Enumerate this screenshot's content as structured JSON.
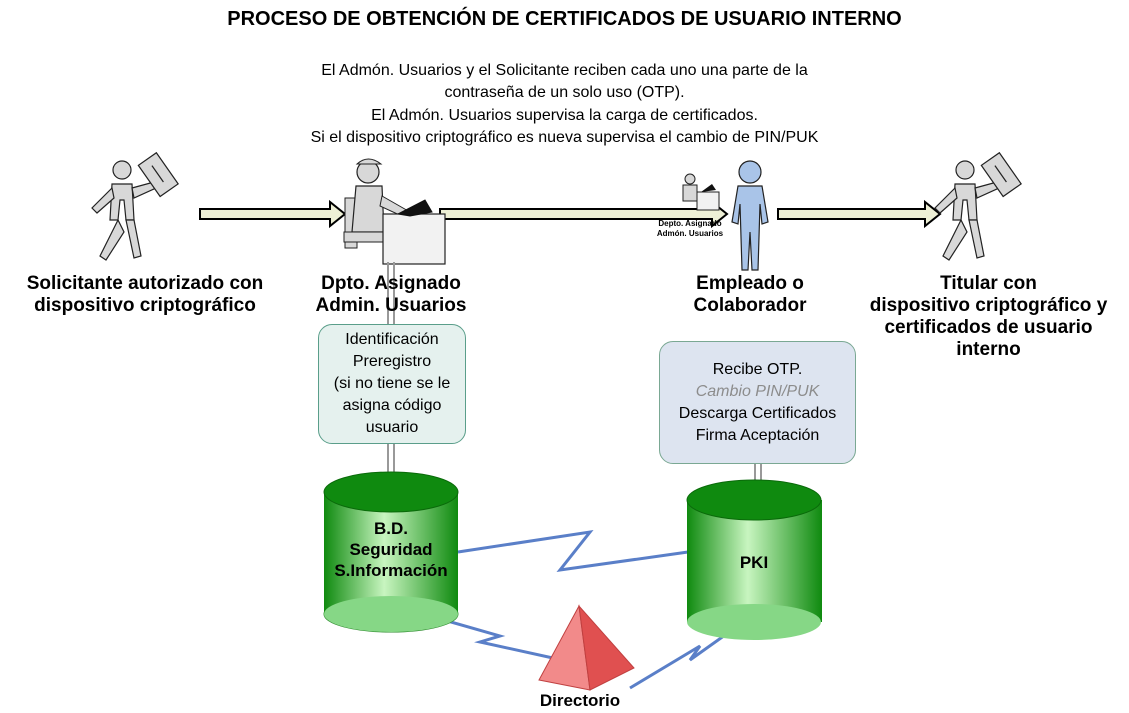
{
  "title": "PROCESO DE OBTENCIÓN DE CERTIFICADOS DE USUARIO INTERNO",
  "note_lines": [
    "El Admón. Usuarios y el Solicitante reciben cada uno una parte de la",
    "contraseña de un solo uso (OTP).",
    "El Admón. Usuarios supervisa la carga de certificados.",
    "Si el dispositivo criptográfico es nueva supervisa el cambio de PIN/PUK"
  ],
  "actors": {
    "solicitante": [
      "Solicitante autorizado con",
      "dispositivo criptográfico"
    ],
    "dpto": [
      "Dpto. Asignado",
      "Admin. Usuarios"
    ],
    "empleado": [
      "Empleado o",
      "Colaborador"
    ],
    "titular": [
      "Titular con",
      "dispositivo criptográfico y",
      "certificados de usuario",
      "interno"
    ],
    "small_dept": [
      "Depto. Asignado",
      "Admón. Usuarios"
    ]
  },
  "box_left": [
    "Identificación",
    "Preregistro",
    "(si no tiene se le",
    "asigna código",
    "usuario"
  ],
  "box_right": {
    "line1": "Recibe OTP.",
    "line2_italic": "Cambio PIN/PUK",
    "line3": "Descarga Certificados",
    "line4": "Firma Aceptación"
  },
  "databases": {
    "bd": [
      "B.D.",
      "Seguridad",
      "S.Información"
    ],
    "pki": "PKI"
  },
  "directorio": "Directorio",
  "colors": {
    "arrow_fill": "#eef0d6",
    "arrow_stroke": "#000000",
    "cylinder_dark": "#0f8a0f",
    "cylinder_light": "#c8f5c0",
    "link_blue": "#5a7fc8",
    "pyramid": "#f07070"
  }
}
